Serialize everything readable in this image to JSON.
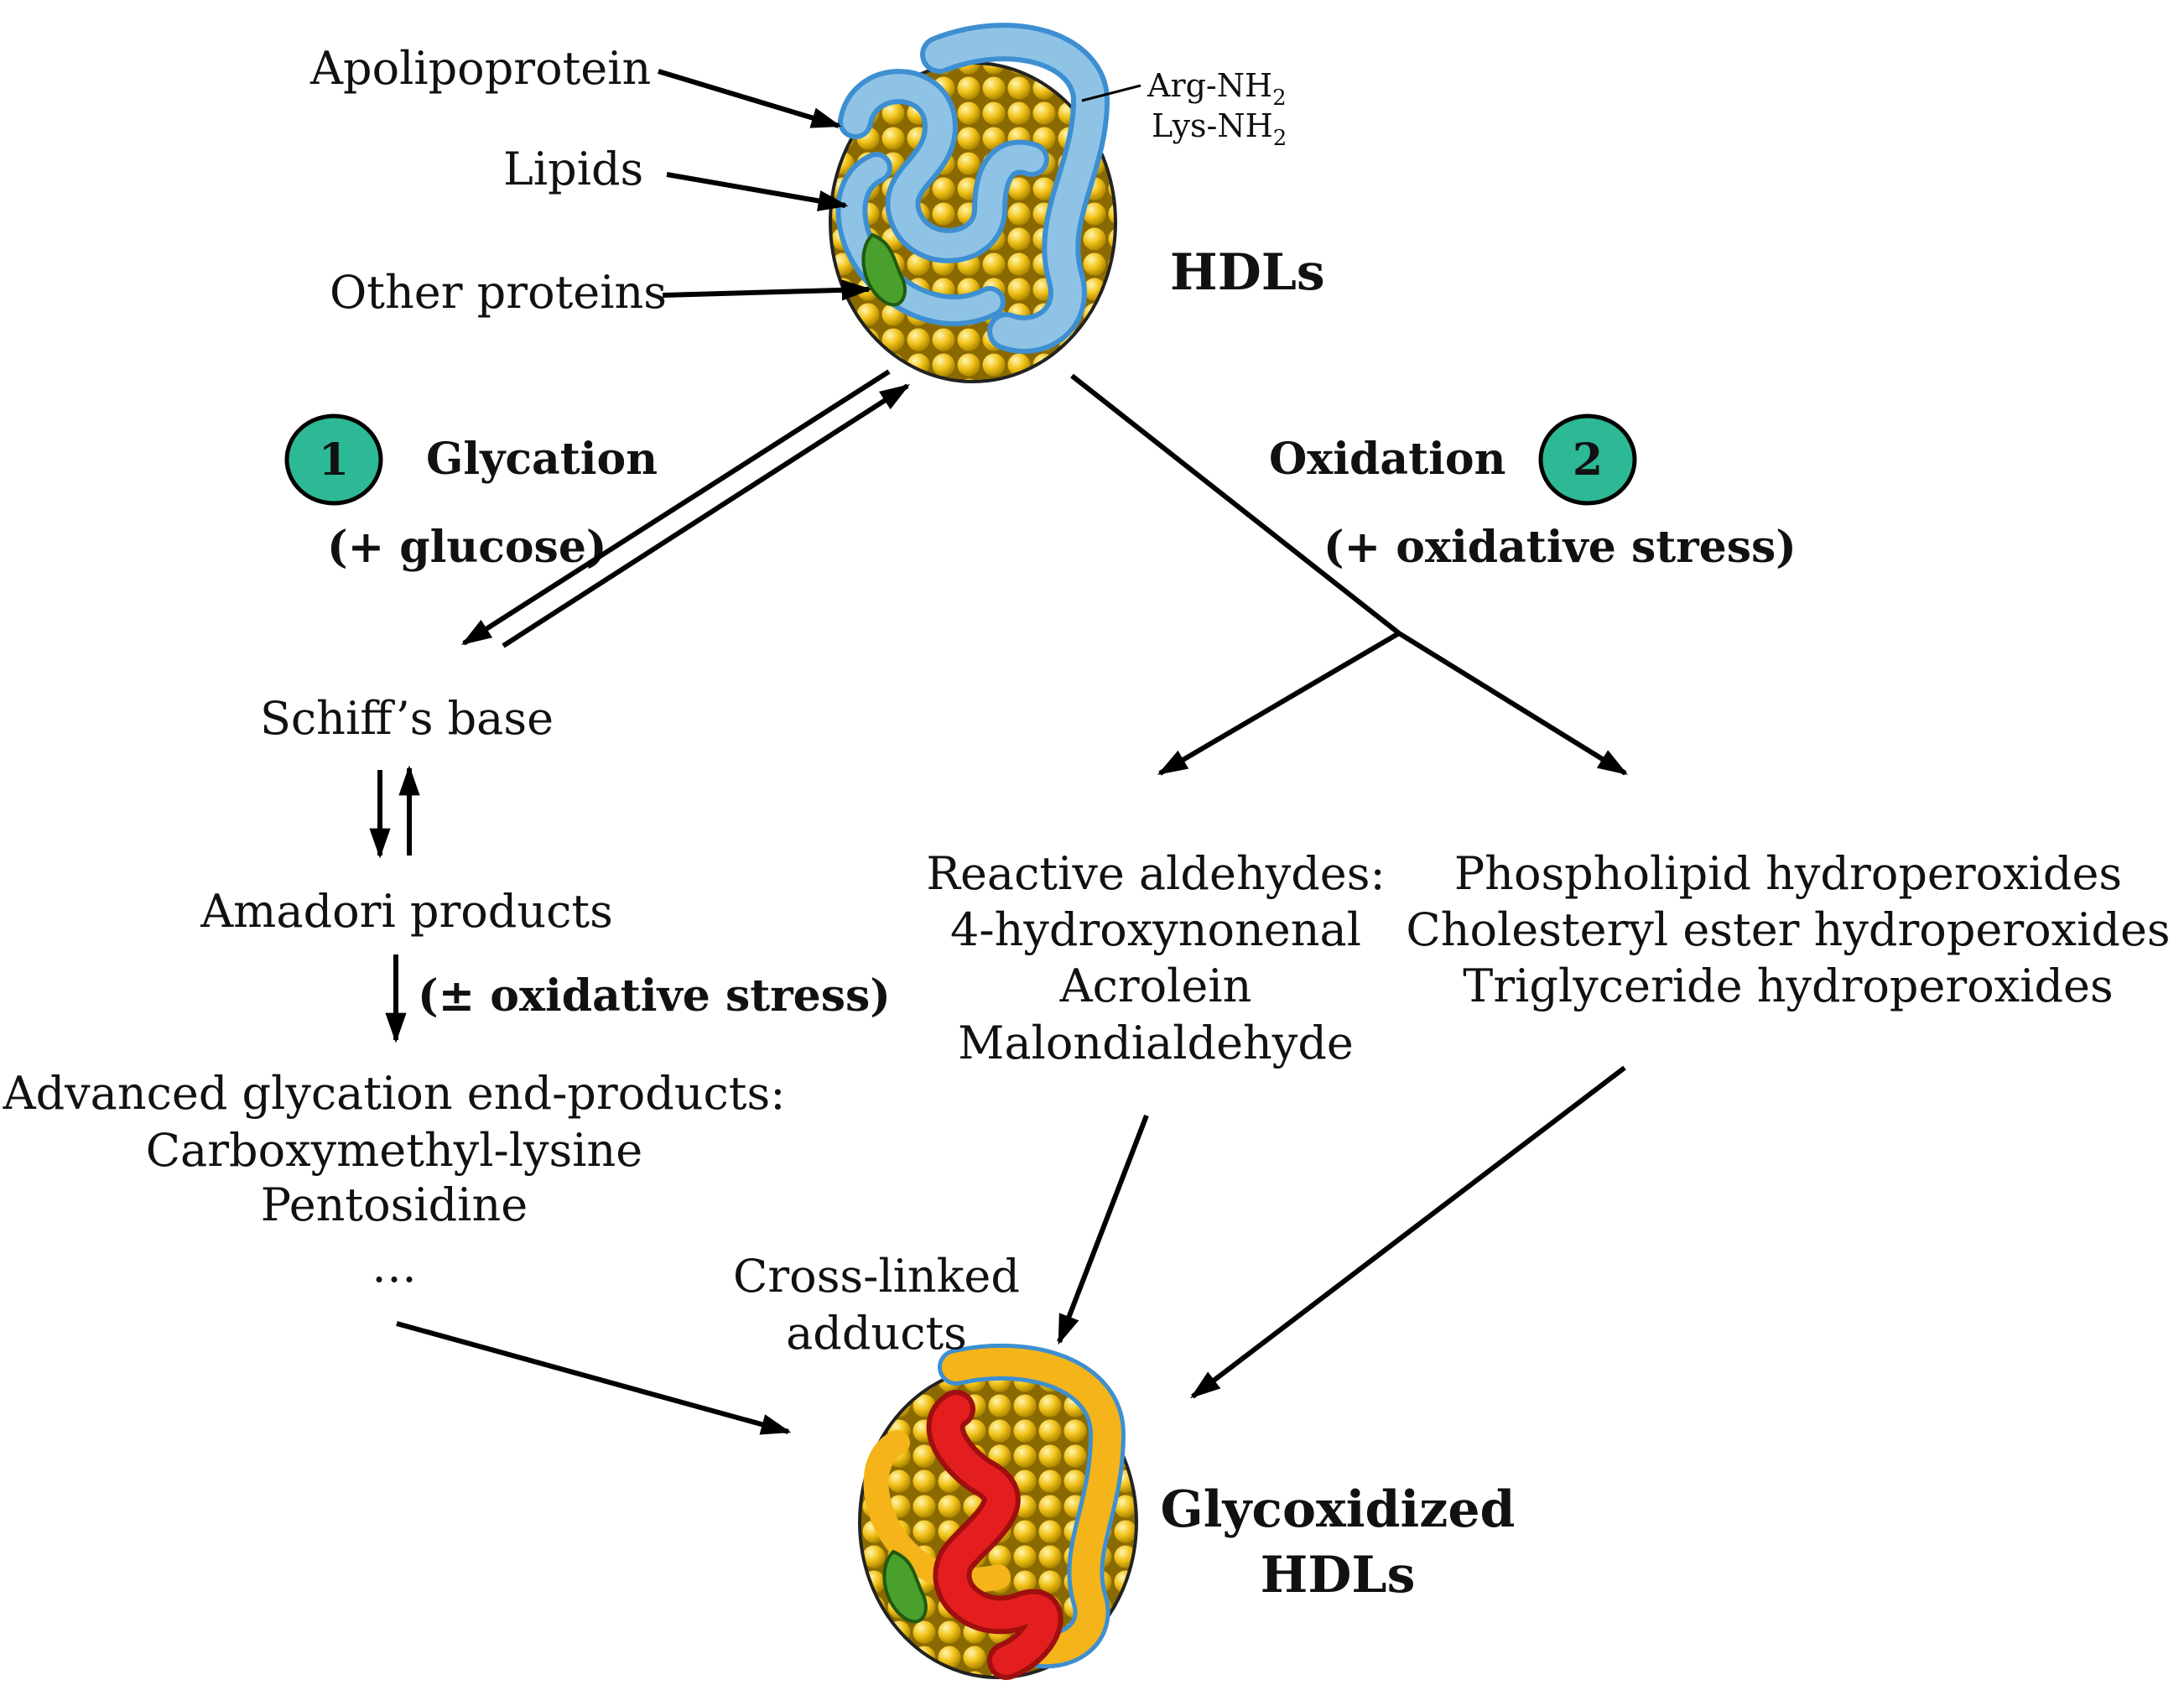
{
  "hdl": {
    "title": "HDLs",
    "apolipoprotein": "Apolipoprotein",
    "lipids": "Lipids",
    "other_proteins": "Other proteins",
    "residue1": "Arg-NH",
    "residue2": "Lys-NH",
    "residue_subscript": "2"
  },
  "glycation": {
    "step": "1",
    "label": "Glycation",
    "condition": "(+ glucose)",
    "schiff": "Schiff’s base",
    "amadori": "Amadori products",
    "amadori_condition": "(± oxidative stress)",
    "age_header": "Advanced glycation end-products:",
    "age_items": [
      "Carboxymethyl-lysine",
      "Pentosidine",
      "…"
    ]
  },
  "oxidation": {
    "step": "2",
    "label": "Oxidation",
    "condition": "(+ oxidative stress)",
    "aldehydes_header": "Reactive aldehydes:",
    "aldehydes_items": [
      "4-hydroxynonenal",
      "Acrolein",
      "Malondialdehyde"
    ],
    "hydroperoxides": [
      "Phospholipid hydroperoxides",
      "Cholesteryl ester hydroperoxides",
      "Triglyceride hydroperoxides"
    ]
  },
  "result": {
    "crosslinked_line1": "Cross-linked",
    "crosslinked_line2": "adducts",
    "title_line1": "Glycoxidized",
    "title_line2": "HDLs"
  },
  "colors": {
    "badge": "#2db896",
    "lipid": "#f2c21a",
    "apo_blue": "#8ec3e6",
    "apo_dark_blue": "#3d8fd1",
    "other_protein": "#4aa02c",
    "modified_apo": "#f4b41a",
    "crosslink_red": "#e41e1e"
  }
}
